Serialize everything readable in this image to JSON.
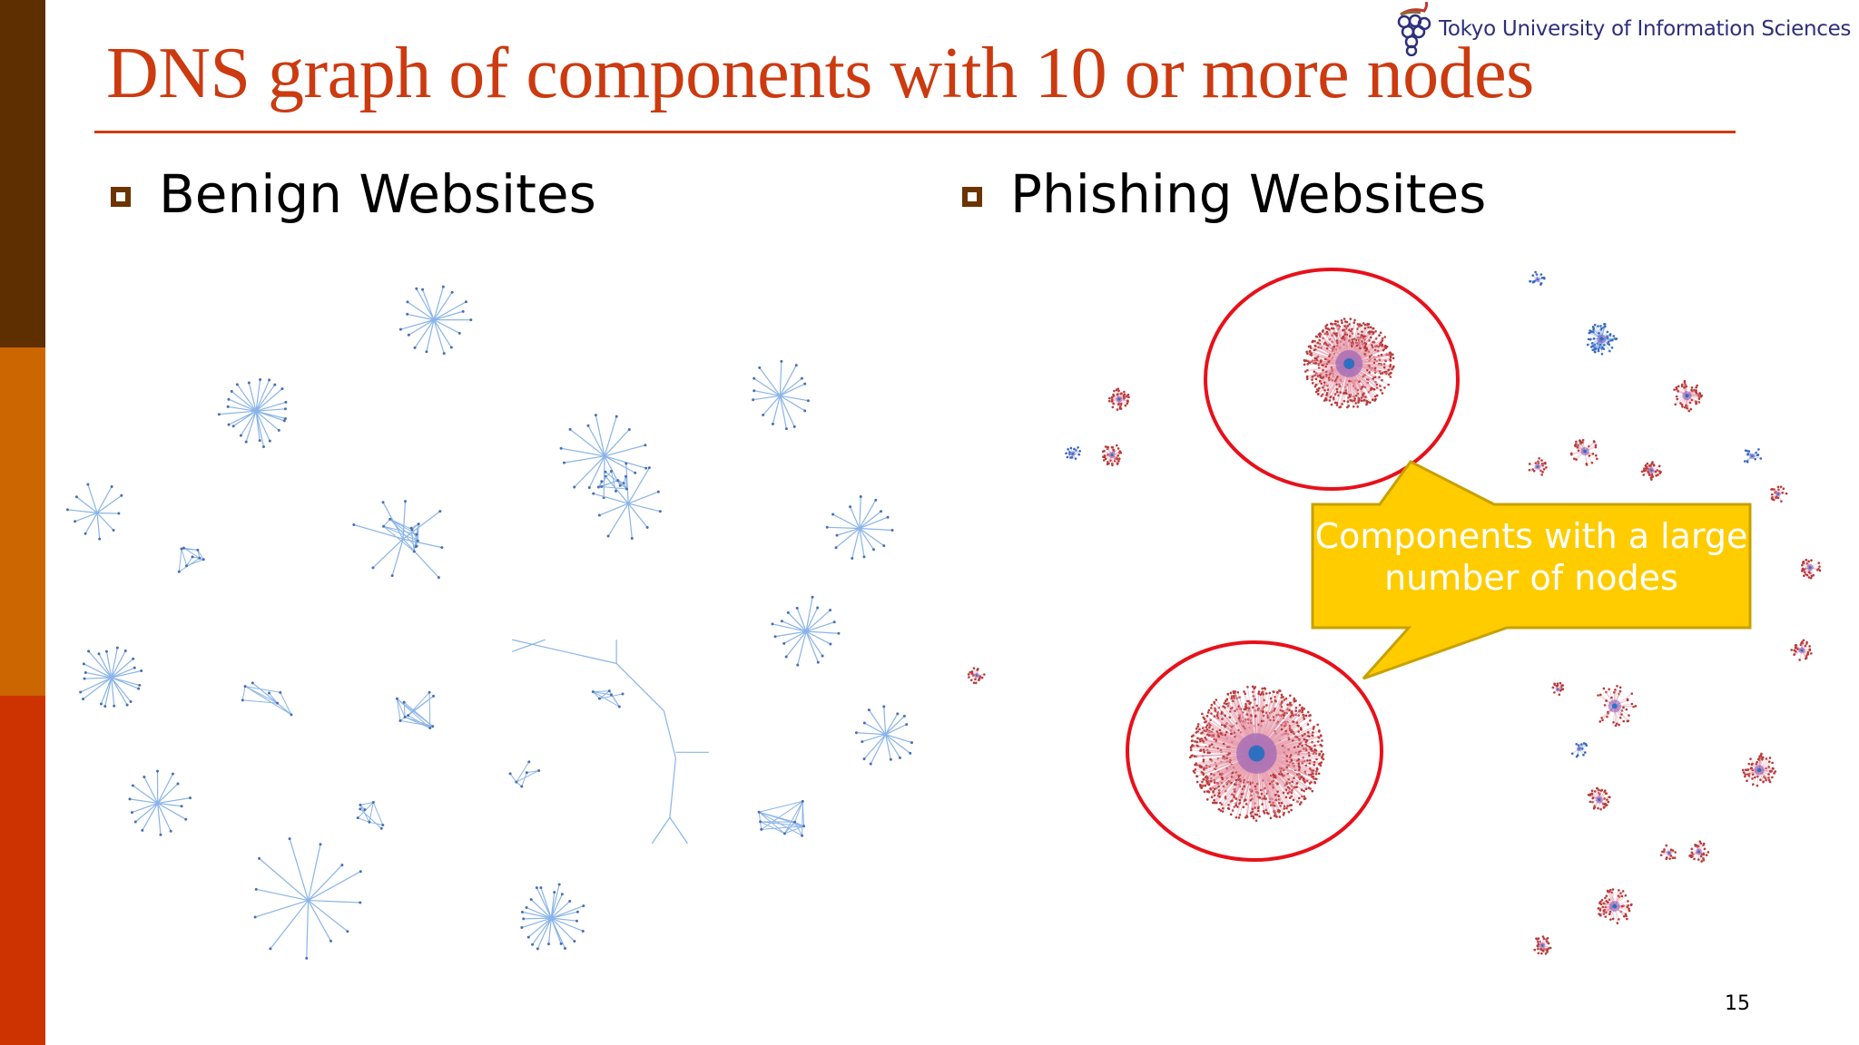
{
  "slide": {
    "title": "DNS graph of components with 10 or more nodes",
    "logo_text": "Tokyo University of Information Sciences",
    "left_heading": "Benign Websites",
    "right_heading": "Phishing Websites",
    "callout": "Components with a large number of nodes",
    "page_number": "15"
  },
  "colors": {
    "title": "#cc3a10",
    "bar_dark": "#5e2f00",
    "bar_orange": "#cc6600",
    "bar_red": "#cc3300",
    "callout_fill": "#ffcc00",
    "highlight_circle": "#e8101a",
    "benign_edge": "#8ab4e8"
  }
}
